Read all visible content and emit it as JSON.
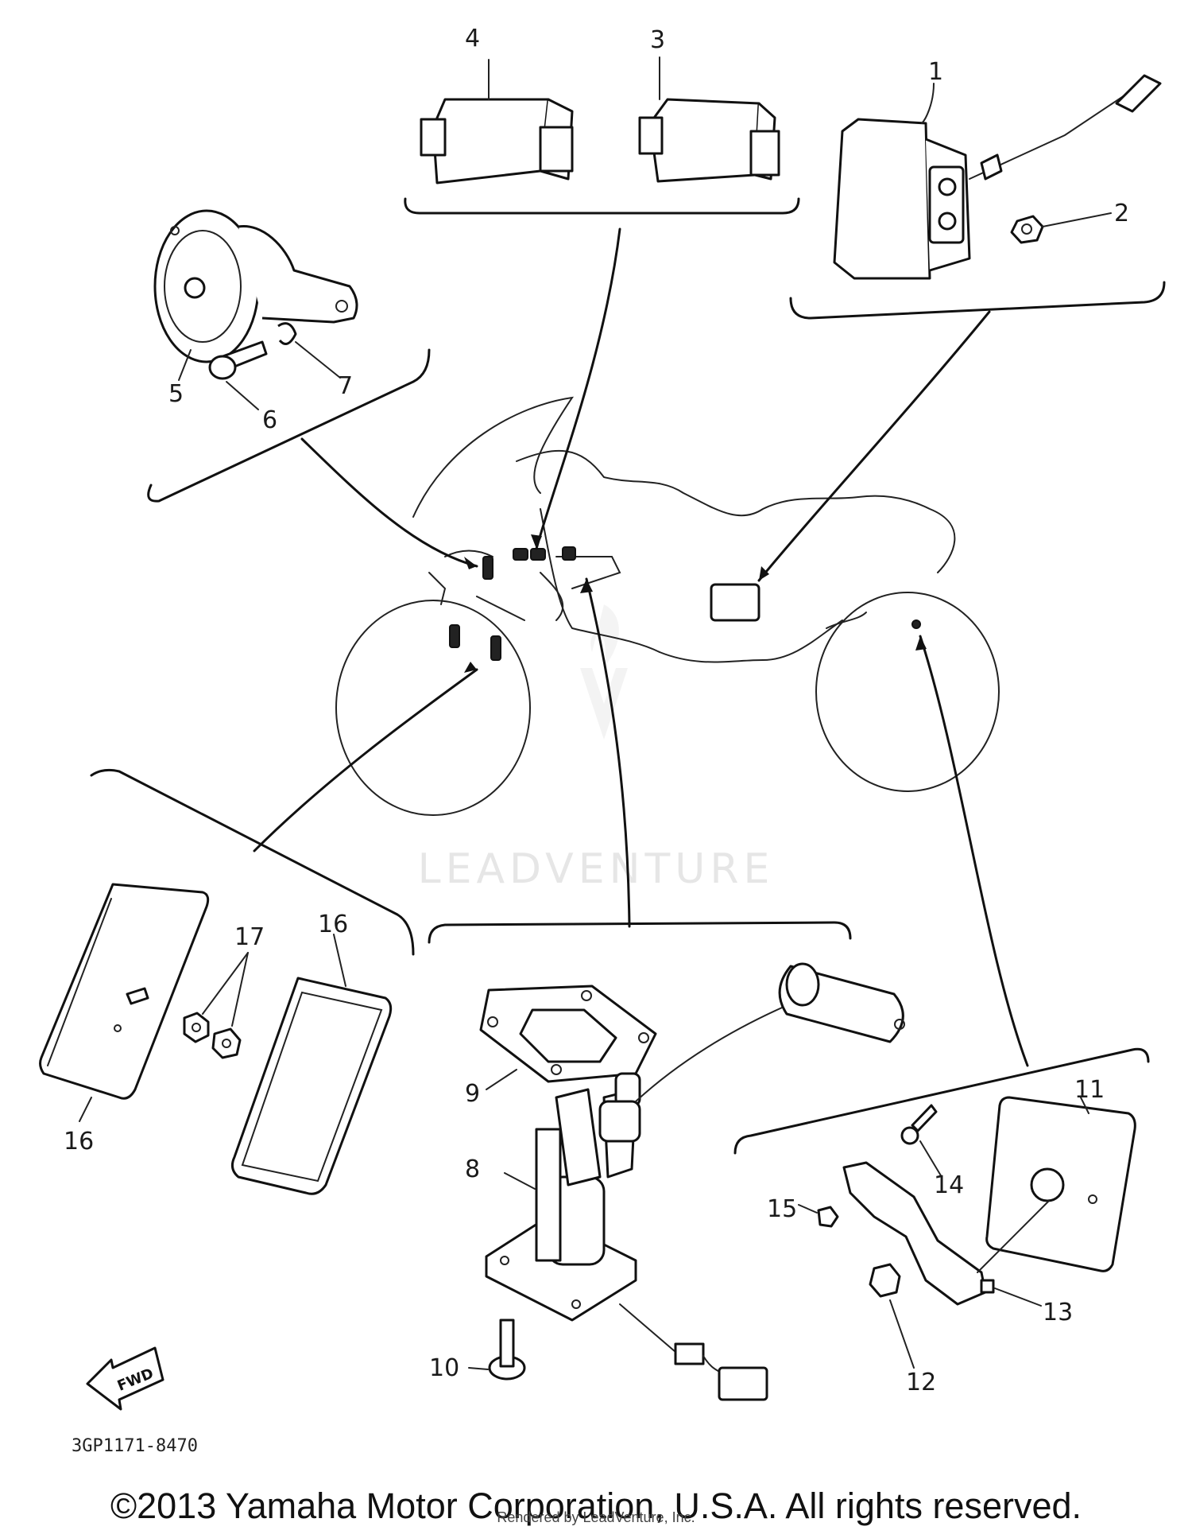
{
  "callouts": [
    "1",
    "2",
    "3",
    "4",
    "5",
    "6",
    "7",
    "8",
    "9",
    "10",
    "11",
    "12",
    "13",
    "14",
    "15",
    "16",
    "16",
    "17"
  ],
  "watermark": "LEADVENTURE",
  "drawing_code": "3GP1171-8470",
  "fwd_label": "FWD",
  "copyright": "©2013 Yamaha Motor Corporation, U.S.A. All rights reserved.",
  "rendered_by": "Rendered by LeadVenture, Inc."
}
